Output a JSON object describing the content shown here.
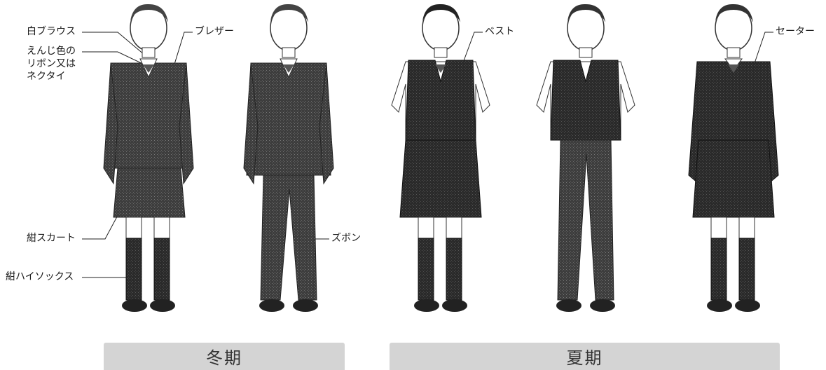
{
  "labels": {
    "blouse": "白ブラウス",
    "ribbon_line1": "えんじ色の",
    "ribbon_line2": "リボン又は",
    "ribbon_line3": "ネクタイ",
    "blazer": "ブレザー",
    "skirt": "紺スカート",
    "socks": "紺ハイソックス",
    "trousers": "ズボン",
    "vest": "ベスト",
    "sweater": "セーター"
  },
  "seasons": {
    "winter": "冬期",
    "summer": "夏期"
  },
  "figures": [
    {
      "id": "winter-blazer-skirt",
      "garment": "blazer",
      "bottom": "skirt",
      "legs": "socks"
    },
    {
      "id": "winter-blazer-trousers",
      "garment": "blazer",
      "bottom": "trousers",
      "legs": "none"
    },
    {
      "id": "summer-vest-skirt",
      "garment": "vest",
      "bottom": "skirt",
      "legs": "socks"
    },
    {
      "id": "summer-vest-trousers",
      "garment": "vest",
      "bottom": "trousers",
      "legs": "none"
    },
    {
      "id": "summer-sweater-skirt",
      "garment": "sweater",
      "bottom": "skirt",
      "legs": "socks"
    }
  ],
  "colors": {
    "garment_dark": "#3a3a3a",
    "garment_mid": "#555555",
    "skin": "#ffffff",
    "season_bar": "#d4d4d4"
  }
}
